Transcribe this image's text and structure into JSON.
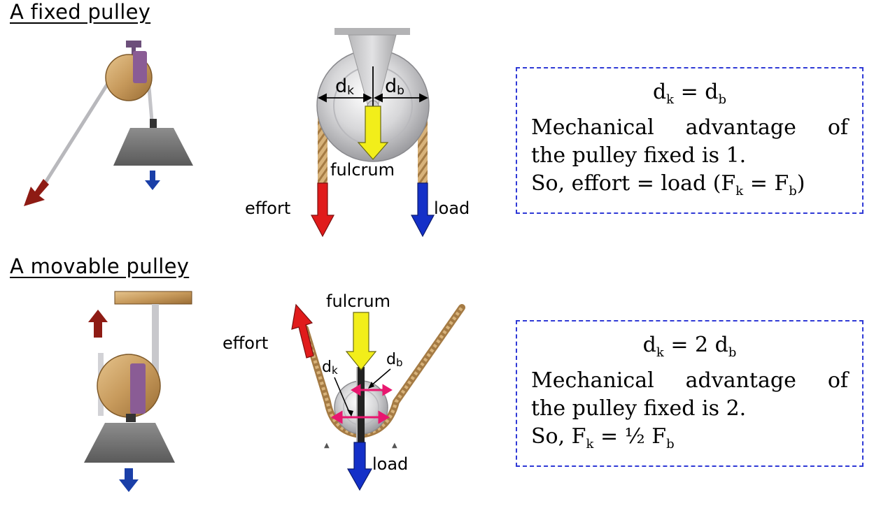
{
  "fixed": {
    "heading": "A fixed pulley",
    "labels": {
      "dk_main": "d",
      "dk_sub": "k",
      "db_main": "d",
      "db_sub": "b",
      "fulcrum": "fulcrum",
      "effort": "effort",
      "load": "load"
    },
    "box": {
      "eq_main1": "d",
      "eq_sub1": "k",
      "eq_mid": " = d",
      "eq_sub2": "b",
      "ma_words": [
        "Mechanical",
        "advantage",
        "of"
      ],
      "line2": "the pulley fixed is 1.",
      "line3_pre": "So, effort = load (F",
      "line3_sub1": "k",
      "line3_mid": " = F",
      "line3_sub2": "b",
      "line3_post": ")"
    }
  },
  "movable": {
    "heading": "A movable pulley",
    "labels": {
      "fulcrum": "fulcrum",
      "effort": "effort",
      "dk_main": "d",
      "dk_sub": "k",
      "db_main": "d",
      "db_sub": "b",
      "load": "load"
    },
    "box": {
      "eq_main1": "d",
      "eq_sub1": "k",
      "eq_mid": " = 2 d",
      "eq_sub2": "b",
      "ma_words": [
        "Mechanical",
        "advantage",
        "of"
      ],
      "line2": "the pulley fixed is 2.",
      "line3_pre": "So, F",
      "line3_sub1": "k",
      "line3_mid": " = ½ F",
      "line3_sub2": "b"
    }
  },
  "colors": {
    "effort": "#e01b1b",
    "load": "#1430c8",
    "fulcrum": "#f2ee1a",
    "arrow_pink": "#e8176f",
    "box_border": "#2f39d6",
    "rope": "#c9a46a"
  }
}
